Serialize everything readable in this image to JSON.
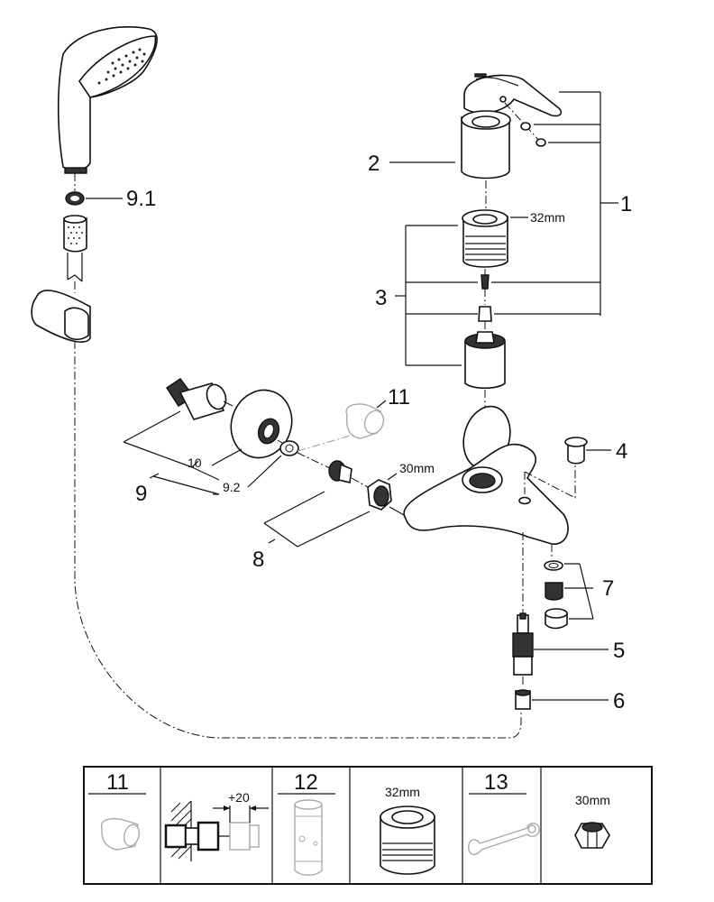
{
  "diagram": {
    "type": "exploded-parts-diagram",
    "subject": "single-lever bath mixer with hand shower",
    "callouts": [
      {
        "id": "1",
        "label": "1",
        "part": "lever handle set"
      },
      {
        "id": "2",
        "label": "2",
        "part": "escutcheon sleeve"
      },
      {
        "id": "3",
        "label": "3",
        "part": "cartridge set"
      },
      {
        "id": "4",
        "label": "4",
        "part": "cap plug"
      },
      {
        "id": "5",
        "label": "5",
        "part": "diverter"
      },
      {
        "id": "6",
        "label": "6",
        "part": "diverter cap"
      },
      {
        "id": "7",
        "label": "7",
        "part": "aerator set"
      },
      {
        "id": "8",
        "label": "8",
        "part": "connection nut set"
      },
      {
        "id": "9",
        "label": "9",
        "part": "S-union set"
      },
      {
        "id": "9.1",
        "label": "9.1",
        "part": "washer"
      },
      {
        "id": "9.2",
        "label": "9.2",
        "part": "rosette"
      },
      {
        "id": "10",
        "label": "10",
        "part": "hose washer"
      },
      {
        "id": "11",
        "label": "11",
        "part": "extension piece"
      }
    ],
    "dimensions": {
      "cartridge_nut": "32mm",
      "union_nut": "30mm"
    }
  },
  "accessory_table": {
    "cells": [
      {
        "number": "11",
        "caption": "",
        "item": "extension piece"
      },
      {
        "number": "",
        "caption": "+20",
        "item": "extension installation"
      },
      {
        "number": "12",
        "caption": "",
        "item": "tool sleeve"
      },
      {
        "number": "",
        "caption": "32mm",
        "item": "cartridge nut"
      },
      {
        "number": "13",
        "caption": "",
        "item": "wrench"
      },
      {
        "number": "",
        "caption": "30mm",
        "item": "union nut"
      }
    ]
  }
}
